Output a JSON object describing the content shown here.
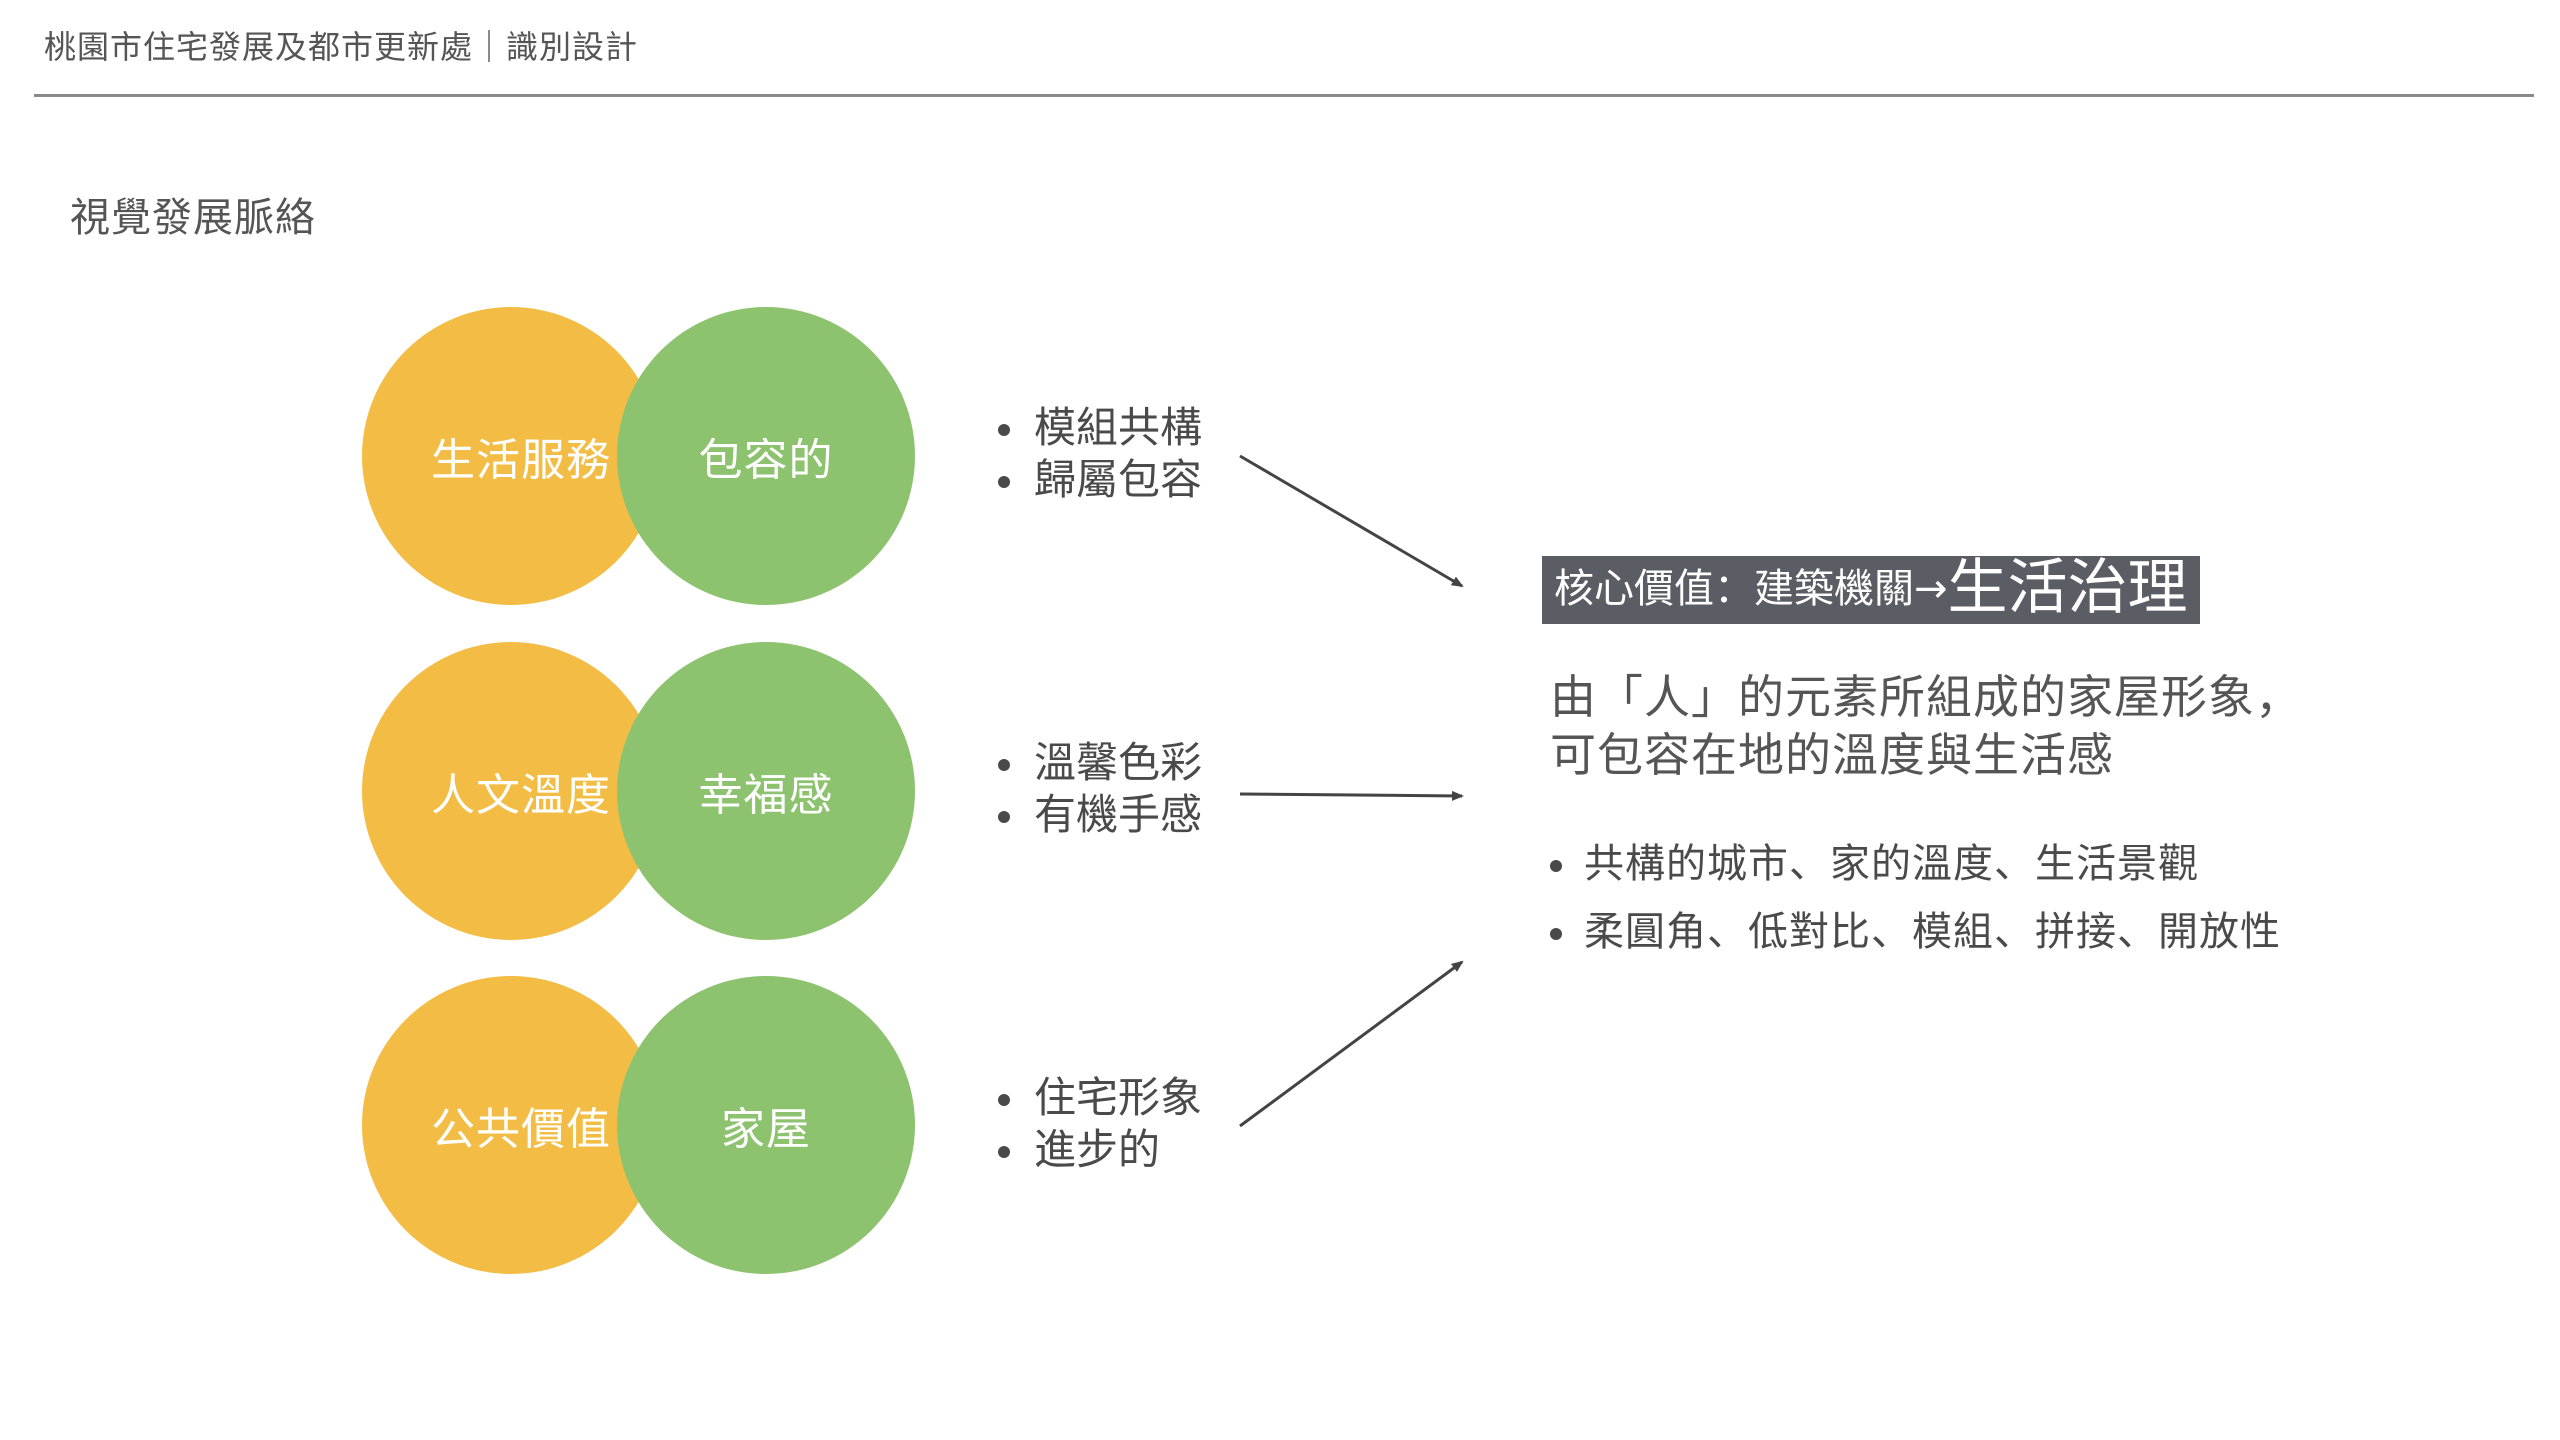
{
  "header": {
    "title": "桃園市住宅發展及都市更新處｜識別設計"
  },
  "section": {
    "title": "視覺發展脈絡"
  },
  "rows": [
    {
      "left": "生活服務",
      "right": "包容的",
      "bullets": [
        "模組共構",
        "歸屬包容"
      ]
    },
    {
      "left": "人文溫度",
      "right": "幸福感",
      "bullets": [
        "溫馨色彩",
        "有機手感"
      ]
    },
    {
      "left": "公共價值",
      "right": "家屋",
      "bullets": [
        "住宅形象",
        "進步的"
      ]
    }
  ],
  "core": {
    "label": "核心價值：建築機關→",
    "value": "生活治理"
  },
  "description": {
    "line1": "由「人」的元素所組成的家屋形象，",
    "line2": "可包容在地的溫度與生活感"
  },
  "features": [
    "共構的城市、家的溫度、生活景觀",
    "柔圓角、低對比、模組、拼接、開放性"
  ],
  "colors": {
    "yellow": "#F3BD45",
    "green": "#8DC26F",
    "core_bg": "#5a5d63"
  }
}
